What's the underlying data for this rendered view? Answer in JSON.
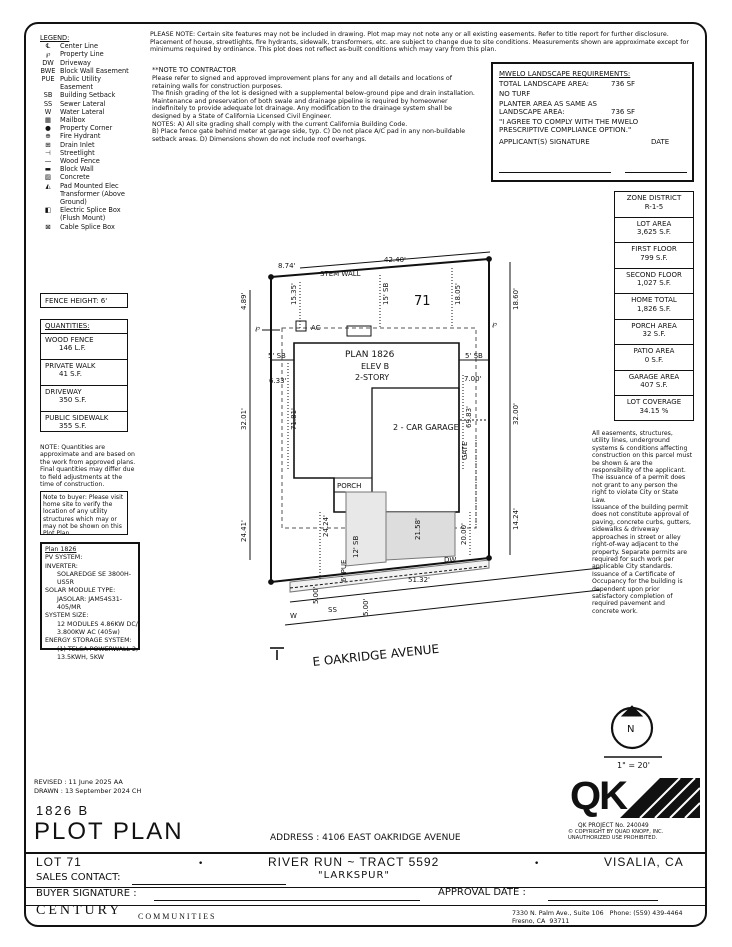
{
  "notes": {
    "please_note": "PLEASE NOTE: Certain site features may not be included in drawing. Plot map may not note any or all existing easements. Refer to title report for further disclosure. Placement of house, streetlights, fire hydrants, sidewalk, transformers, etc. are subject to change due to site conditions. Measurements shown are approximate except for minimums required by ordinance. This plot does not reflect as-built conditions which may vary from this plan.",
    "contractor_title": "**NOTE TO CONTRACTOR",
    "contractor_body": "Please refer to signed and approved improvement plans for any and all details and locations of retaining walls for construction purposes.\nThe finish grading of the lot is designed with a supplemental below-ground pipe and drain installation. Maintenance and preservation of both swale and drainage pipeline is required by homeowner indefinitely to provide adequate lot drainage. Any modification to the drainage system shall be designed by a State of California Licensed Civil Engineer.\nNOTES: A) All site grading shall comply with the current California Building Code.\nB) Place fence gate behind meter at garage side, typ. C) Do not place A/C pad in any non-buildable setback areas. D) Dimensions shown do not include roof overhangs.",
    "quantities_note": "NOTE: Quantities are approximate and are based on the work from approved plans. Final quantities may differ due to field adjustments at the time of construction.",
    "buyer_note": "Note to buyer: Please visit home site to verify the location of any utility structures which may or may not be shown on this Plot Plan.",
    "easement_note": "All easements, structures, utility lines, underground systems & conditions affecting construction on this parcel must be shown & are the responsibility of the applicant. The issuance of a permit does not grant to any person the right to violate City or State Law.\nIssuance of the building permit does not constitute approval of paving, concrete curbs, gutters, sidewalks & driveway approaches in street or alley right-of-way adjacent to the property. Separate permits are required for such work per applicable City standards. Issuance of a Certificate of Occupancy for the building is dependent upon prior satisfactory completion of required pavement and concrete work."
  },
  "legend": {
    "title": "LEGEND:",
    "items": [
      {
        "sym": "℄",
        "label": "Center Line"
      },
      {
        "sym": "℘",
        "label": "Property Line"
      },
      {
        "sym": "DW",
        "label": "Driveway"
      },
      {
        "sym": "BWE",
        "label": "Block Wall Easement"
      },
      {
        "sym": "PUE",
        "label": "Public Utility Easement"
      },
      {
        "sym": "SB",
        "label": "Building Setback"
      },
      {
        "sym": "SS",
        "label": "Sewer Lateral"
      },
      {
        "sym": "W",
        "label": "Water Lateral"
      },
      {
        "sym": "▦",
        "label": "Mailbox"
      },
      {
        "sym": "●",
        "label": "Property Corner"
      },
      {
        "sym": "⊕",
        "label": "Fire Hydrant"
      },
      {
        "sym": "⊞",
        "label": "Drain Inlet"
      },
      {
        "sym": "⊣",
        "label": "Streetlight"
      },
      {
        "sym": "—",
        "label": "Wood Fence"
      },
      {
        "sym": "▬",
        "label": "Block Wall"
      },
      {
        "sym": "▨",
        "label": "Concrete"
      },
      {
        "sym": "◭",
        "label": "Pad Mounted Elec Transformer (Above Ground)"
      },
      {
        "sym": "◧",
        "label": "Electric Splice Box (Flush Mount)"
      },
      {
        "sym": "⊠",
        "label": "Cable Splice Box"
      }
    ]
  },
  "fence_height": "FENCE HEIGHT: 6'",
  "quantities": {
    "title": "QUANTITIES:",
    "items": [
      {
        "label": "WOOD FENCE",
        "value": "146 L.F."
      },
      {
        "label": "PRIVATE WALK",
        "value": "41 S.F."
      },
      {
        "label": "DRIVEWAY",
        "value": "350 S.F."
      },
      {
        "label": "PUBLIC SIDEWALK",
        "value": "355 S.F."
      }
    ]
  },
  "pv_system": {
    "lines": [
      "Plan 1826",
      "PV SYSTEM:",
      "INVERTER:",
      "SOLAREDGE SE 3800H-US5R",
      "SOLAR MODULE TYPE:",
      "JASOLAR: JAM54S31-405/MR",
      "SYSTEM SIZE:",
      "12 MODULES 4.86KW DC/",
      "3.800KW AC (405w)",
      "ENERGY STORAGE SYSTEM:",
      "(1) TELSA POWERWALL 2,",
      "13.5KWH, 5KW"
    ]
  },
  "mwelo": {
    "title": "MWELO LANDSCAPE REQUIREMENTS:",
    "total_area_label": "TOTAL LANDSCAPE AREA:",
    "total_area_value": "736 SF",
    "no_turf": "NO TURF",
    "planter_label": "PLANTER AREA AS SAME AS LANDSCAPE AREA:",
    "planter_value": "736 SF",
    "agree": "\"I AGREE TO COMPLY WITH THE MWELO PRESCRIPTIVE COMPLIANCE OPTION.\"",
    "signature_label": "APPLICANT(S) SIGNATURE",
    "date_label": "DATE"
  },
  "zone_table": [
    {
      "label": "ZONE DISTRICT",
      "value": "R-1-5"
    },
    {
      "label": "LOT AREA",
      "value": "3,625 S.F."
    },
    {
      "label": "FIRST FLOOR",
      "value": "799 S.F."
    },
    {
      "label": "SECOND FLOOR",
      "value": "1,027 S.F."
    },
    {
      "label": "HOME TOTAL",
      "value": "1,826 S.F."
    },
    {
      "label": "PORCH AREA",
      "value": "32 S.F."
    },
    {
      "label": "PATIO AREA",
      "value": "0 S.F."
    },
    {
      "label": "GARAGE AREA",
      "value": "407 S.F."
    },
    {
      "label": "LOT COVERAGE",
      "value": "34.15 %"
    }
  ],
  "plan": {
    "lot_number": "71",
    "plan_name": "PLAN 1826",
    "elevation": "ELEV B",
    "stories": "2-STORY",
    "garage": "2 - CAR GARAGE",
    "porch": "PORCH",
    "gate": "GATE",
    "ac": "AC",
    "stem_wall": "STEM WALL",
    "dw": "DW",
    "pl": "℘",
    "street": "E OAKRIDGE AVENUE",
    "dims": {
      "top_left": "8.74'",
      "top": "42.40'",
      "left_depth": "32.01'",
      "right_depth": "32.00'",
      "left_front": "24.41'",
      "right_front": "14.24'",
      "front_width": "51.32'",
      "left_top": "4.89'",
      "right_top": "18.60'",
      "rear_sb_left": "15.35'",
      "rear_sb_mid": "15' SB",
      "rear_sb_right": "18.05'",
      "side_sb_left": "5' SB",
      "side_sb_right": "5' SB",
      "left_set": "6.33'",
      "right_set": "7.00'",
      "house_left": "71.81'",
      "house_right": "69.83'",
      "front_sb": "24.24'",
      "front_12sb": "12' SB",
      "pue": "6' PUE",
      "garage_front": "21.58'",
      "dw_depth": "20.00'",
      "walk_a": "5.00'",
      "walk_b": "5.00'",
      "ss": "SS",
      "w": "W"
    }
  },
  "north": "N",
  "scale": "1\" = 20'",
  "revised": "REVISED : 11 June 2025 AA",
  "drawn": "DRAWN : 13 September 2024 CH",
  "plan_code": "1826 B",
  "plot_plan": "PLOT PLAN",
  "address": "ADDRESS : 4106 EAST OAKRIDGE AVENUE",
  "qk": {
    "logo": "QK",
    "project": "QK PROJECT No. 240049",
    "copyright": "© COPYRIGHT BY QUAD KNOPF, INC. UNAUTHORIZED USE PROHIBITED."
  },
  "footer": {
    "lot": "LOT 71",
    "tract": "RIVER RUN ~ TRACT 5592",
    "city": "VISALIA, CA",
    "community": "\"LARKSPUR\"",
    "sales": "SALES CONTACT:",
    "buyer": "BUYER SIGNATURE :",
    "approval": "APPROVAL DATE :",
    "builder": "CENTURY",
    "builder_sub": "COMMUNITIES",
    "address1": "7330 N. Palm Ave., Suite 106   Phone: (559) 439-4464",
    "address2": "Fresno, CA  93711"
  }
}
